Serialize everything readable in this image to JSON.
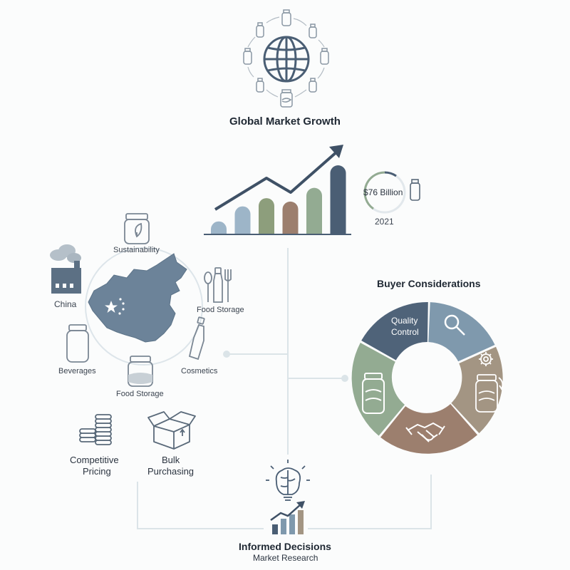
{
  "header": {
    "title": "Global Market Growth"
  },
  "growth": {
    "value_label": "$76 Billion",
    "year": "2021",
    "bar_levels": [
      0.18,
      0.4,
      0.52,
      0.47,
      0.67,
      1.0
    ]
  },
  "china": {
    "country_label": "China",
    "items": [
      "Sustainability",
      "Food Storage",
      "Cosmetics",
      "Food Storage",
      "Beverages"
    ]
  },
  "purchasing": {
    "pricing_line1": "Competitive",
    "pricing_line2": "Pricing",
    "bulk_line1": "Bulk",
    "bulk_line2": "Purchasing"
  },
  "buyer": {
    "title": "Buyer Considerations",
    "segment_quality_line1": "Quality",
    "segment_quality_line2": "Control"
  },
  "footer": {
    "title": "Informed Decisions",
    "subtitle": "Market Research"
  },
  "colors": {
    "navy": "#4a5e74",
    "steel": "#7f99ad",
    "taupe": "#a39583",
    "sage": "#93ab92",
    "brown": "#9c7f6e",
    "blue_light": "#9db5c8",
    "green_olive": "#8d9e7c"
  }
}
